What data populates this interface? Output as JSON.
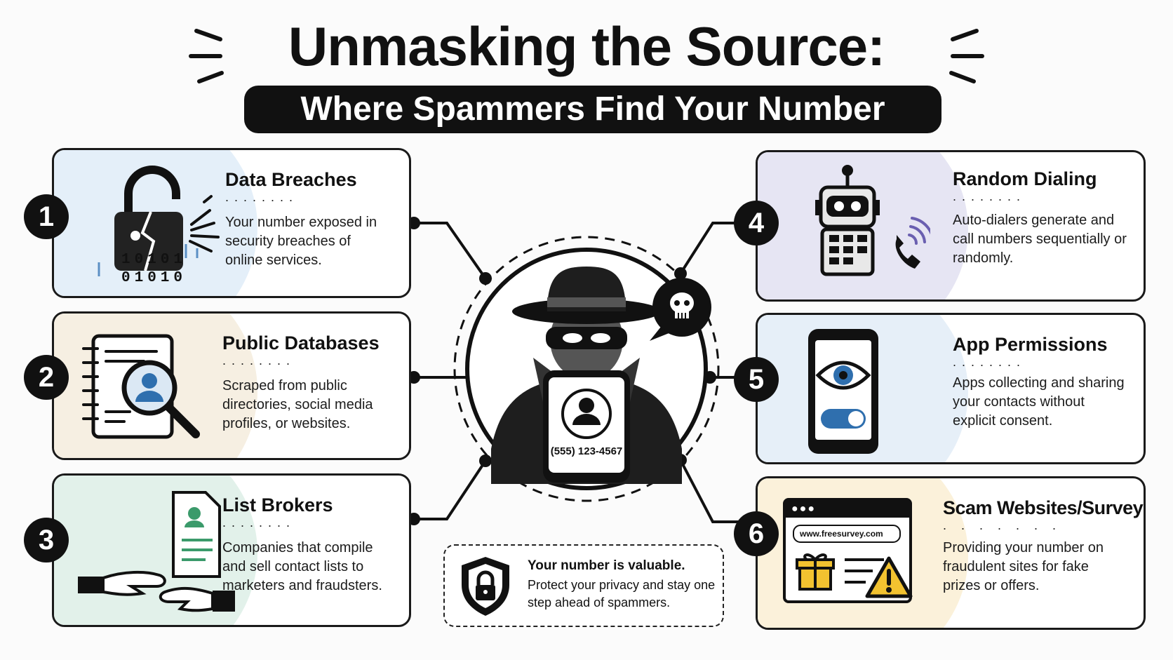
{
  "header": {
    "title": "Unmasking the Source:",
    "subtitle": "Where Spammers Find Your Number"
  },
  "cards": [
    {
      "number": "1",
      "title": "Data Breaches",
      "dots": "........",
      "description": "Your number exposed in security breaches of online services.",
      "binary_line1": "10101",
      "binary_line2": "01010",
      "icon": "broken-padlock-icon"
    },
    {
      "number": "2",
      "title": "Public Databases",
      "dots": "........",
      "description": "Scraped from public directories, social media profiles, or websites.",
      "icon": "directory-magnifier-icon"
    },
    {
      "number": "3",
      "title": "List Brokers",
      "dots": "........",
      "description": "Companies that compile and sell contact lists to marketers and fraudsters.",
      "icon": "handoff-document-icon"
    },
    {
      "number": "4",
      "title": "Random Dialing",
      "dots": "........",
      "description": "Auto-dialers generate and call numbers sequentially or randomly.",
      "icon": "robot-dialer-icon"
    },
    {
      "number": "5",
      "title": "App Permissions",
      "dots": "........",
      "description": "Apps collecting and sharing your contacts without explicit consent.",
      "icon": "phone-eye-toggle-icon"
    },
    {
      "number": "6",
      "title": "Scam Websites/Surveys",
      "dots": ". . . . . . .",
      "description": "Providing your number on fraudulent sites for fake prizes or offers.",
      "url": "www.freesurvey.com",
      "icon": "scam-browser-warning-icon"
    }
  ],
  "center": {
    "phone_number": "(555) 123-4567",
    "icon": "masked-spy-with-phone-icon",
    "badge_icon": "skull-speech-bubble-icon"
  },
  "tip": {
    "title": "Your number is valuable.",
    "text": "Protect your privacy and stay one step ahead of spammers.",
    "icon": "shield-lock-icon"
  },
  "colors": {
    "ink": "#111111",
    "card_blob_1": "#e4eff9",
    "card_blob_2": "#f6efe2",
    "card_blob_3": "#e2f1ea",
    "card_blob_4": "#e6e5f3",
    "card_blob_5": "#e6eff8",
    "card_blob_6": "#fbf1da",
    "accent_blue": "#2f6fae",
    "accent_green": "#3b9a6b",
    "accent_gold": "#f2c230"
  }
}
